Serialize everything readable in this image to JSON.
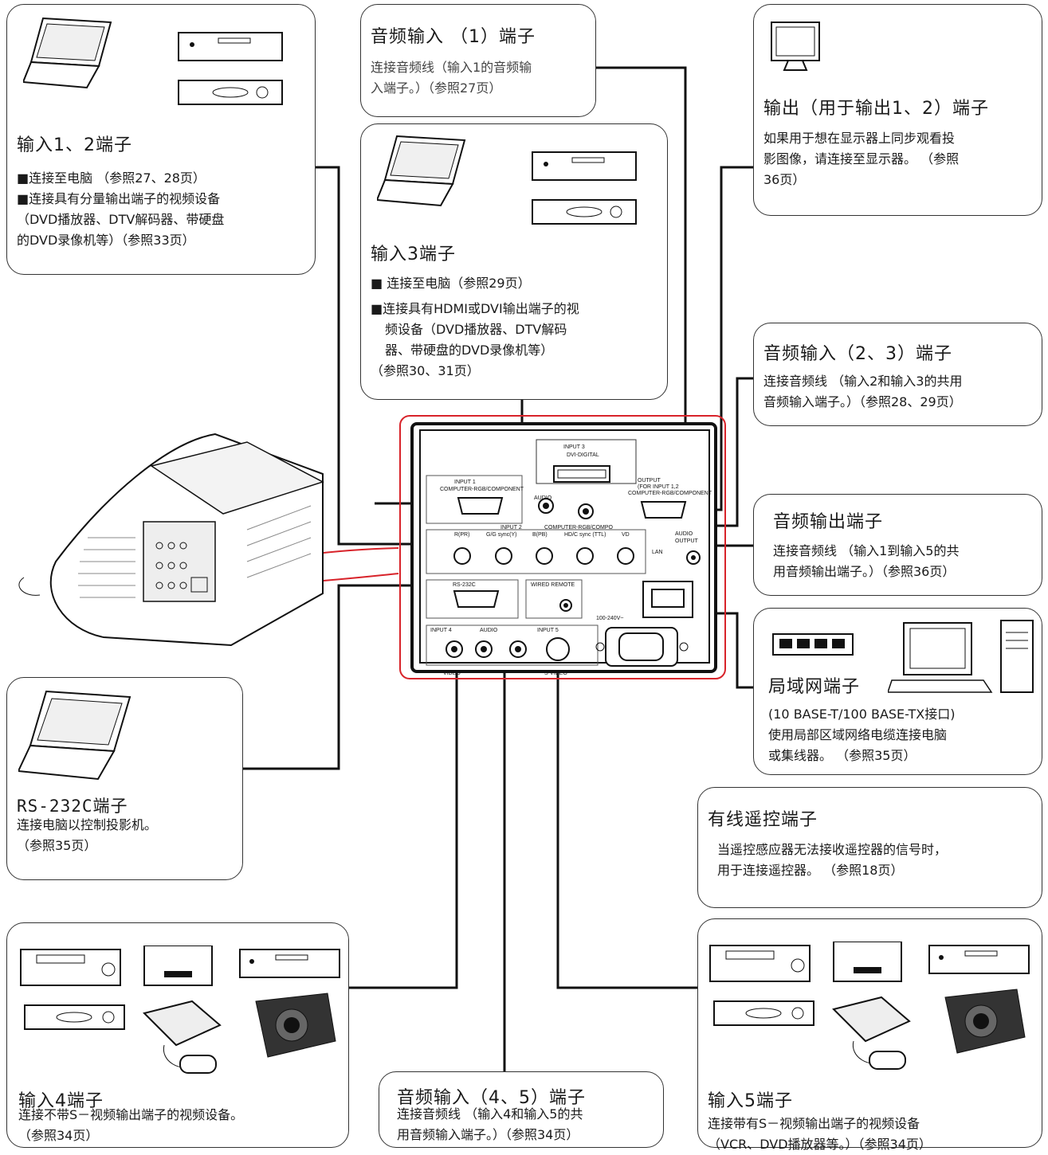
{
  "boxes": {
    "input12": {
      "title": "输入1、2端子",
      "lines": [
        "■连接至电脑 （参照27、28页）",
        "■连接具有分量输出端子的视频设备",
        "（DVD播放器、DTV解码器、带硬盘",
        "的DVD录像机等）（参照33页）"
      ]
    },
    "audio_in1": {
      "title": "音频输入 （1）端子",
      "lines": [
        "连接音频线（输入1的音频输",
        "入端子。）（参照27页）"
      ]
    },
    "output": {
      "title": "输出（用于输出1、2）端子",
      "lines": [
        "如果用于想在显示器上同步观看投",
        "影图像，请连接至显示器。 （参照",
        "36页）"
      ]
    },
    "input3": {
      "title": "输入3端子",
      "lines": [
        "■ 连接至电脑（参照29页）",
        "■连接具有HDMI或DVI输出端子的视",
        "频设备（DVD播放器、DTV解码",
        "器、带硬盘的DVD录像机等）",
        "（参照30、31页）"
      ]
    },
    "audio_in23": {
      "title": "音频输入（2、3）端子",
      "lines": [
        "连接音频线 （输入2和输入3的共用",
        "音频输入端子。）（参照28、29页）"
      ]
    },
    "audio_out": {
      "title": "音频输出端子",
      "lines": [
        "连接音频线 （输入1到输入5的共",
        "用音频输出端子。）（参照36页）"
      ]
    },
    "lan": {
      "title": "局域网端子",
      "lines": [
        "(10 BASE-T/100 BASE-TX接口)",
        "使用局部区域网络电缆连接电脑",
        "或集线器。 （参照35页）"
      ]
    },
    "rs232c": {
      "title": "RS-232C端子",
      "lines": [
        "连接电脑以控制投影机。",
        "（参照35页）"
      ]
    },
    "wired_remote": {
      "title": "有线遥控端子",
      "lines": [
        "当遥控感应器无法接收遥控器的信号时，",
        "用于连接遥控器。 （参照18页）"
      ]
    },
    "input4": {
      "title": "输入4端子",
      "lines": [
        "连接不带S－视频输出端子的视频设备。",
        "（参照34页）"
      ]
    },
    "audio_in45": {
      "title": "音频输入（4、5）端子",
      "lines": [
        "连接音频线 （输入4和输入5的共",
        "用音频输入端子。）（参照34页）"
      ]
    },
    "input5": {
      "title": "输入5端子",
      "lines": [
        "连接带有S－视频输出端子的视频设备",
        "（VCR、DVD播放器等。）（参照34页）"
      ]
    }
  },
  "panel": {
    "input3": "INPUT 3",
    "dvi": "DVI-DIGITAL",
    "input1": "INPUT 1",
    "comp_rgb": "COMPUTER-RGB/COMPONENT",
    "audio": "AUDIO",
    "output": "OUTPUT",
    "for_input12": "(FOR INPUT 1,2",
    "input2": "INPUT 2",
    "comp_rgb_short": "COMPUTER-RGB/COMPO",
    "r": "R(PR)",
    "g": "G/G sync(Y)",
    "b": "B(PB)",
    "hd": "HD/C sync (TTL)",
    "vd": "VD",
    "lan": "LAN",
    "audio_output": "AUDIO",
    "audio_output2": "OUTPUT",
    "rs232c": "RS-232C",
    "wired_remote": "WIRED REMOTE",
    "input4": "INPUT 4",
    "audio45": "AUDIO",
    "input5": "INPUT 5",
    "video": "VIDEO",
    "svideo": "S-VIDEO",
    "voltage": "100-240V~"
  },
  "colors": {
    "line": "#111111",
    "red": "#d8232a",
    "box_border": "#333333"
  }
}
